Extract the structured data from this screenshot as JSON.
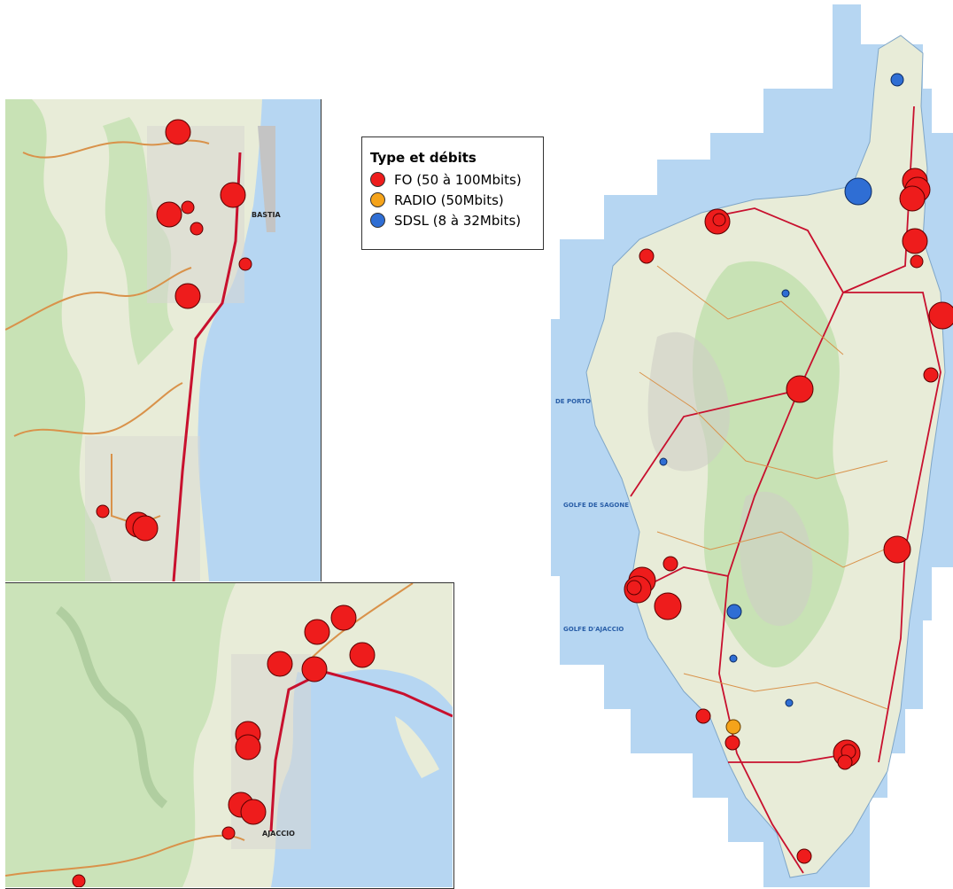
{
  "legend": {
    "title": "Type et débits",
    "items": [
      {
        "label": "FO (50 à 100Mbits)",
        "color": "#ee1c1c"
      },
      {
        "label": "RADIO (50Mbits)",
        "color": "#f5a31a"
      },
      {
        "label": "SDSL (8 à 32Mbits)",
        "color": "#2f6ed4"
      }
    ]
  },
  "maps": {
    "bastia": {
      "city_label": "BASTIA"
    },
    "ajaccio": {
      "city_label": "AJACCIO"
    },
    "corsica": {
      "place_labels": [
        "DE PORTO",
        "GOLFE DE SAGONE",
        "GOLFE D'AJACCIO"
      ]
    }
  },
  "colors": {
    "sea": "#b6d6f2",
    "land": "#e8ecd8",
    "forest": "#bfe0ad",
    "road_primary": "#c8102e",
    "road_secondary": "#d9924a"
  }
}
